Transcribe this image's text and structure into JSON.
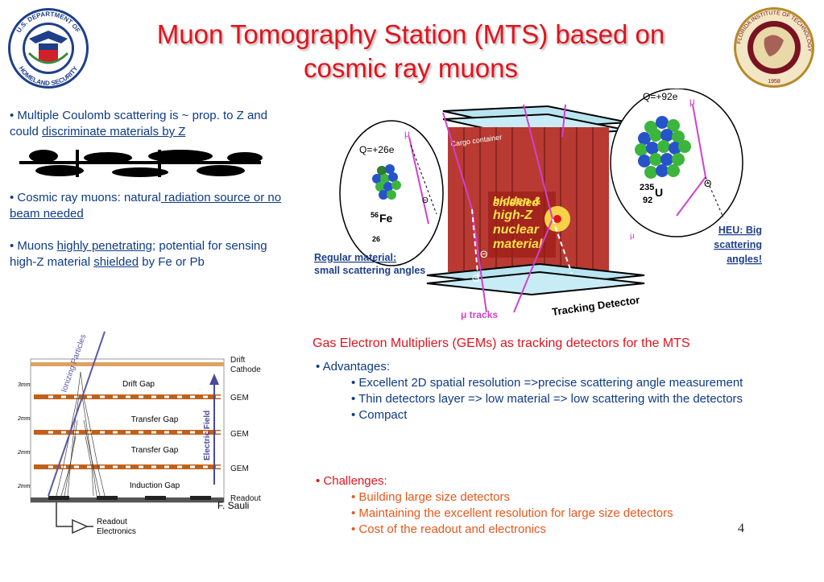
{
  "slide": {
    "title_line1": "Muon Tomography Station (MTS) based on",
    "title_line2": "cosmic ray muons",
    "page_number": "4"
  },
  "logos": {
    "dhs_top": "U.S. DEPARTMENT OF",
    "dhs_bottom": "HOMELAND SECURITY",
    "fit_text": "FLORIDA INSTITUTE OF TECHNOLOGY",
    "fit_year": "1958"
  },
  "left_bullets": {
    "b1_prefix": "• Multiple Coulomb scattering is ~ prop. to Z and could ",
    "b1_link": "discriminate materials by Z",
    "b2_prefix": "• Cosmic ray muons: natural",
    "b2_link": " radiation source or  no beam needed",
    "b3_prefix": "• Muons ",
    "b3_link1": "highly penetrating",
    "b3_mid": "; potential for sensing high-Z material ",
    "b3_link2": "shielded",
    "b3_suffix": " by Fe or Pb"
  },
  "mts_figure": {
    "q_fe": "Q=+26e",
    "fe_mass": "56",
    "fe_symbol": "Fe",
    "fe_z": "26",
    "q_u": "Q=+92e",
    "u_mass": "235",
    "u_symbol": "U",
    "u_z": "92",
    "mu": "μ",
    "theta": "Θ",
    "cargo": "Cargo container",
    "shielded1": "hidden &",
    "shielded2": "shielded",
    "material_lines": [
      "high-Z",
      "nuclear",
      "material"
    ],
    "regular_label": "Regular material:",
    "regular_sub": "small scattering angles",
    "heu_lines": [
      "HEU: Big",
      "scattering",
      "angles!"
    ],
    "tracks": "μ tracks",
    "tracking": "Tracking Detector"
  },
  "gem_figure": {
    "drift_cathode": [
      "Drift",
      "Cathode"
    ],
    "gem_label": "GEM",
    "readout_label": "Readout",
    "readout_electronics": [
      "Readout",
      "Electronics"
    ],
    "drift_gap": "Drift Gap",
    "transfer_gap": "Transfer Gap",
    "induction_gap": "Induction Gap",
    "ionizing": "Ionizing Particles",
    "field": "Electric Field",
    "dim_3mm": "3mm",
    "dim_2mm": "2mm",
    "credit": "F. Sauli"
  },
  "gem_text": {
    "heading": "Gas Electron Multipliers (GEMs) as tracking detectors for the MTS",
    "advantages": "• Advantages:",
    "adv_items": [
      "• Excellent 2D spatial resolution =>precise scattering angle measurement",
      "• Thin detectors layer => low material => low scattering with the detectors",
      "• Compact"
    ],
    "challenges": "• Challenges:",
    "chal_items": [
      "• Building large size detectors",
      "• Maintaining the excellent resolution for large size detectors",
      "• Cost of the readout and electronics"
    ]
  },
  "colors": {
    "title": "#e0141e",
    "body_text": "#0d3b86",
    "challenges": "#e8571b",
    "muon_track": "#d040d0"
  }
}
